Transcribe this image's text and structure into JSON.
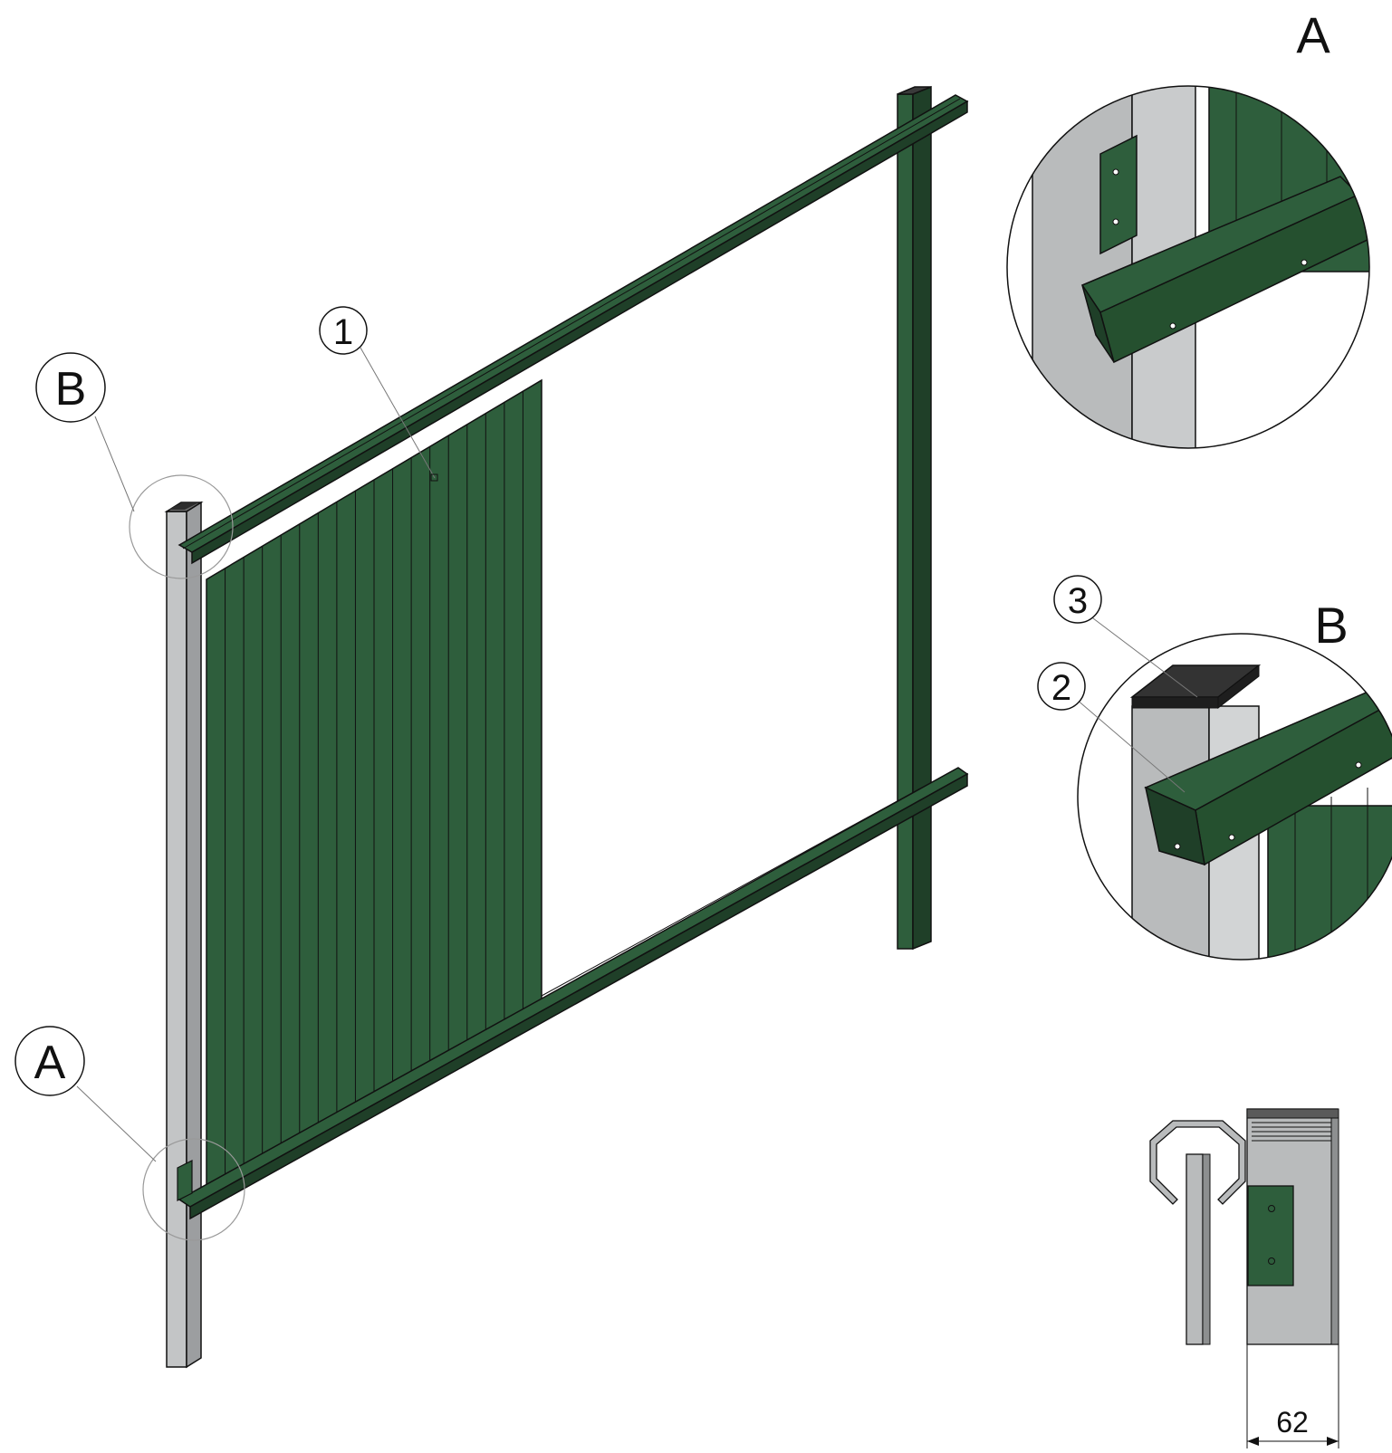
{
  "callouts": {
    "detail_a_marker": "A",
    "detail_b_marker": "B",
    "part_1": "1",
    "part_2": "2",
    "part_3": "3"
  },
  "details": {
    "detail_a_title": "A",
    "detail_b_title": "B"
  },
  "dimension": {
    "width_value": "62"
  },
  "colors": {
    "panel_green": "#2e5e3c",
    "panel_dark": "#1f3f28",
    "post_grey": "#b8babb",
    "cap_dark": "#3a3a3a",
    "line": "#111111"
  }
}
